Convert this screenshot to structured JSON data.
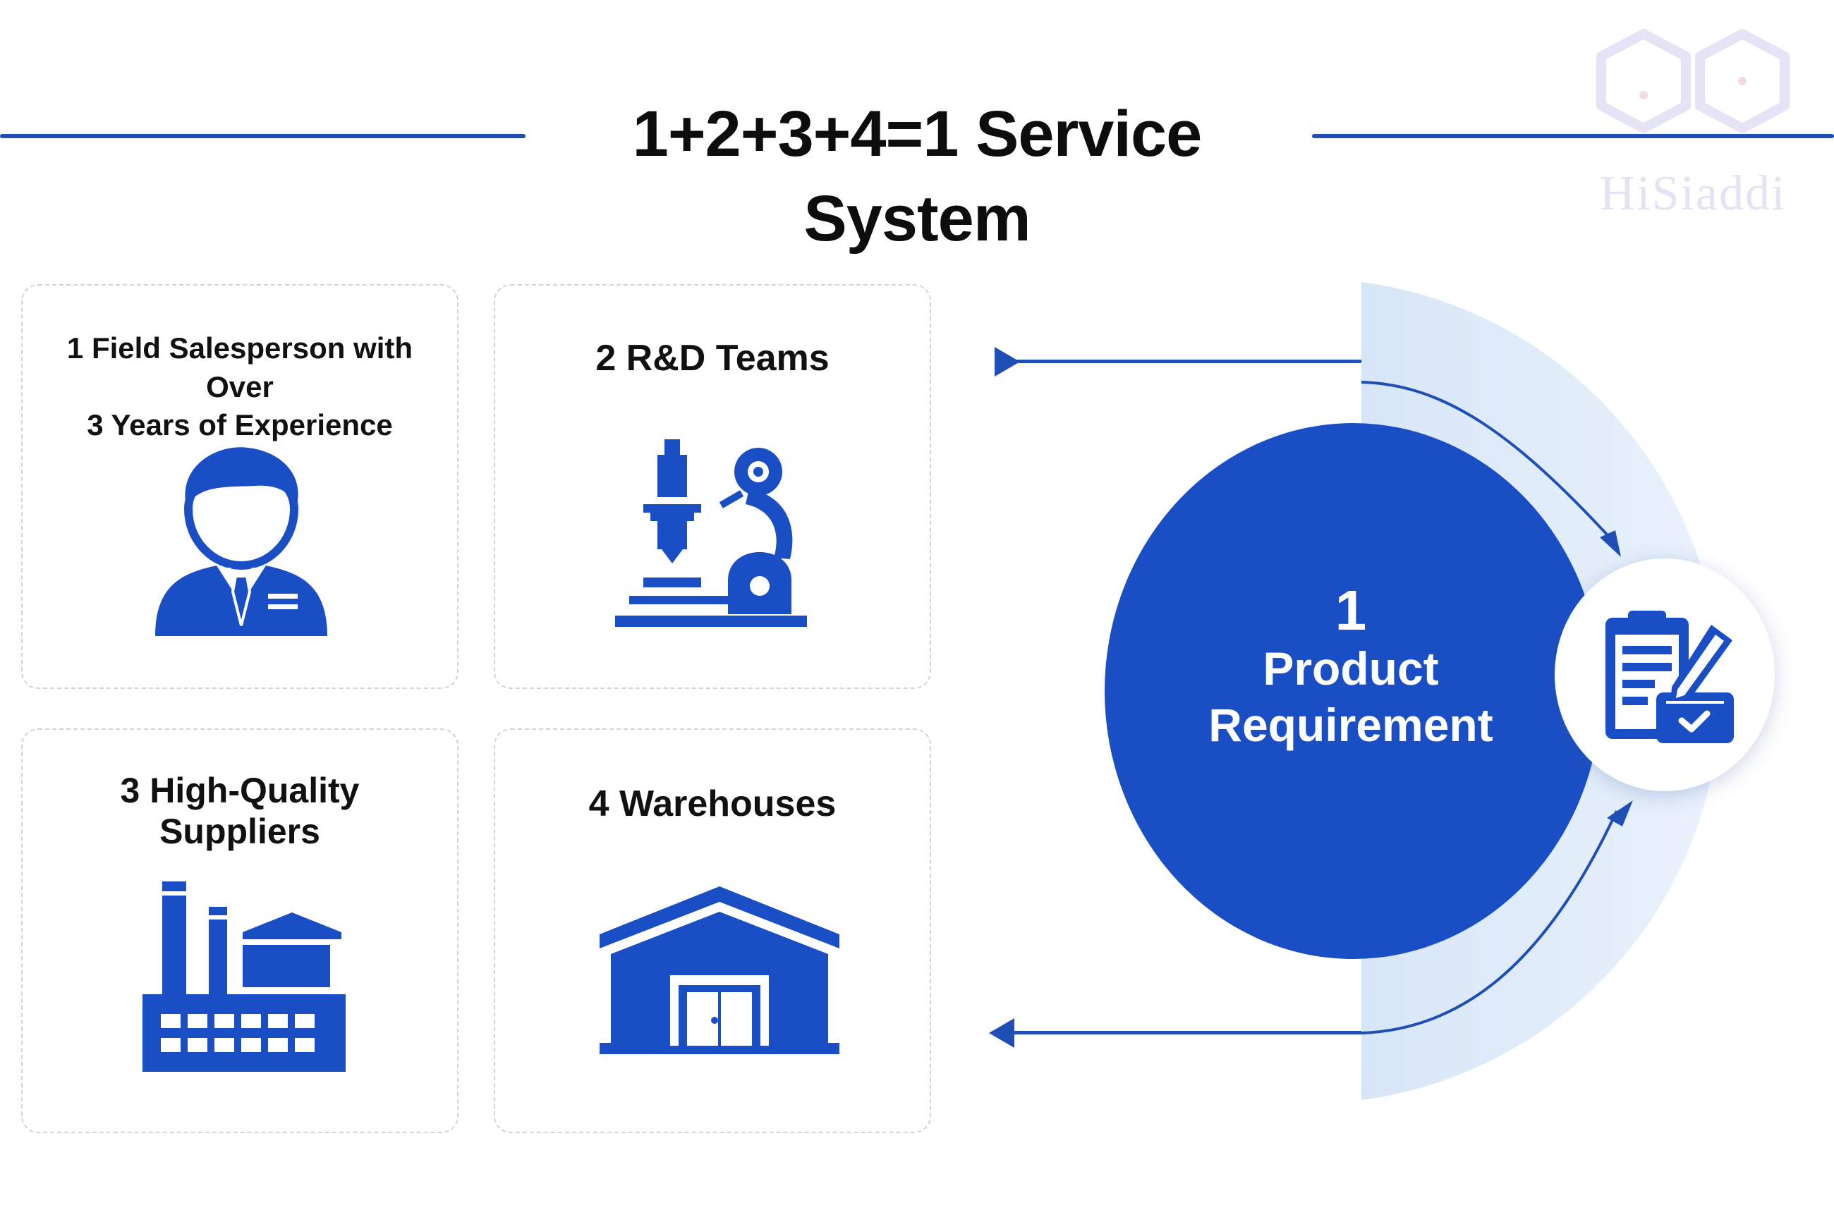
{
  "title": "1+2+3+4=1 Service System",
  "watermark": "HiSiaddi",
  "colors": {
    "primary": "#1a4ec5",
    "line": "#1f4fb5",
    "arc_light": "#dce9f8",
    "card_border": "#d4d4d4"
  },
  "cards": [
    {
      "label_lines": [
        "1 Field Salesperson with Over",
        "3 Years of Experience"
      ],
      "icon": "salesperson-icon"
    },
    {
      "label_lines": [
        "2 R&D Teams"
      ],
      "icon": "microscope-icon"
    },
    {
      "label_lines": [
        "3 High-Quality",
        "Suppliers"
      ],
      "icon": "factory-icon"
    },
    {
      "label_lines": [
        "4 Warehouses"
      ],
      "icon": "warehouse-icon"
    }
  ],
  "center": {
    "number": "1",
    "line1": "Product",
    "line2": "Requirement",
    "icon": "clipboard-check-icon"
  }
}
